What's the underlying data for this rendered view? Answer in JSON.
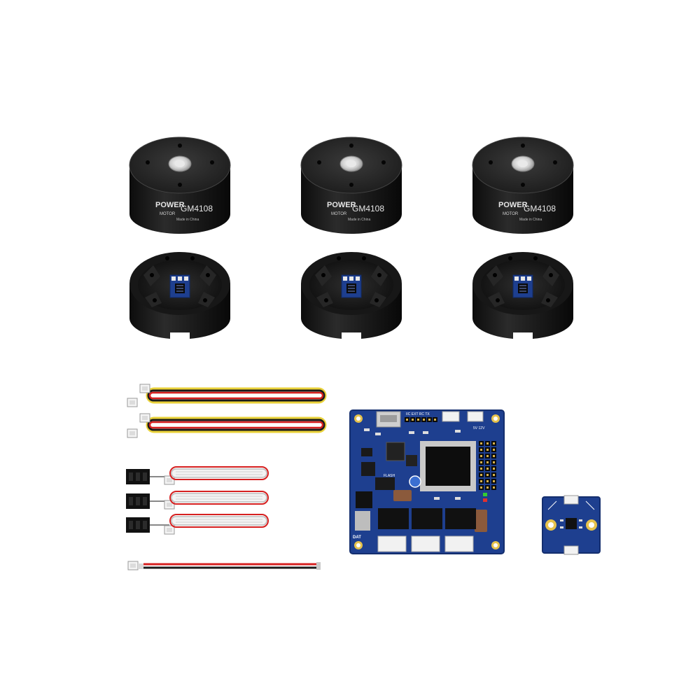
{
  "motor": {
    "brand_line1": "POWER",
    "brand_line2": "MOTOR",
    "model": "GM4108",
    "origin": "Made in China"
  },
  "board": {
    "label_dat": "DAT",
    "label_flash": "FLASH",
    "label_top": "IIC EXT RC TX",
    "label_power": "5V 12V"
  },
  "colors": {
    "motor_body": "#1b1b1b",
    "motor_top": "#2a2a2a",
    "pcb_blue": "#1e3f8f",
    "pad_gold": "#e6c24c",
    "wire_red": "#d62020",
    "wire_yellow": "#e9d23a",
    "wire_black": "#1a1a1a"
  }
}
